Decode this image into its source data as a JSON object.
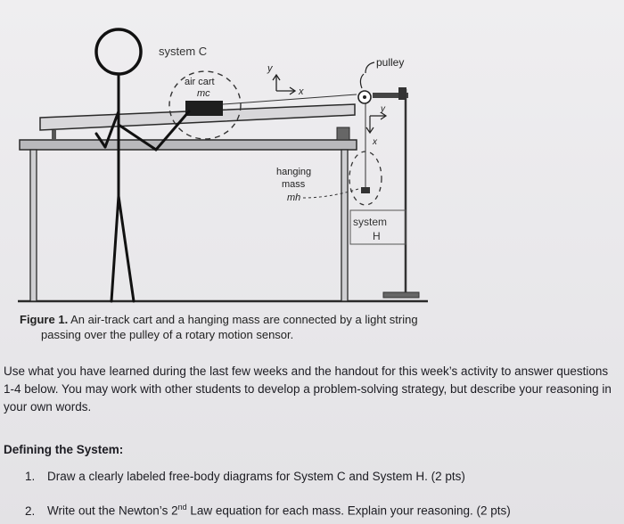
{
  "figure": {
    "system_c_label": "system C",
    "air_cart_label": "air cart",
    "cart_mass_label": "mc",
    "pulley_label": "pulley",
    "axis_y1": "y",
    "axis_x1": "x",
    "axis_y2": "y",
    "axis_x2": "x",
    "hanging_label": "hanging",
    "mass_label": "mass",
    "hanging_mass_symbol": "mh",
    "system_h_label": "system",
    "system_h_letter": "H"
  },
  "caption": {
    "label": "Figure 1.",
    "line1": "An air-track cart and a hanging mass are connected by a light string",
    "line2": "passing over the pulley of a rotary motion sensor."
  },
  "intro_text": "Use what you have learned during the last few weeks and the handout for this week’s activity to answer questions 1-4 below.  You may work with other students to develop a problem-solving strategy, but describe your reasoning in your own words.",
  "section_heading": "Defining the System:",
  "questions": [
    {
      "number": "1.",
      "text": "Draw a clearly labeled free-body diagrams for System C and System H.  (2 pts)"
    },
    {
      "number": "2.",
      "text_before": "Write out the Newton’s 2",
      "superscript": "nd",
      "text_after": " Law equation for each mass.  Explain your reasoning. (2 pts)"
    }
  ]
}
